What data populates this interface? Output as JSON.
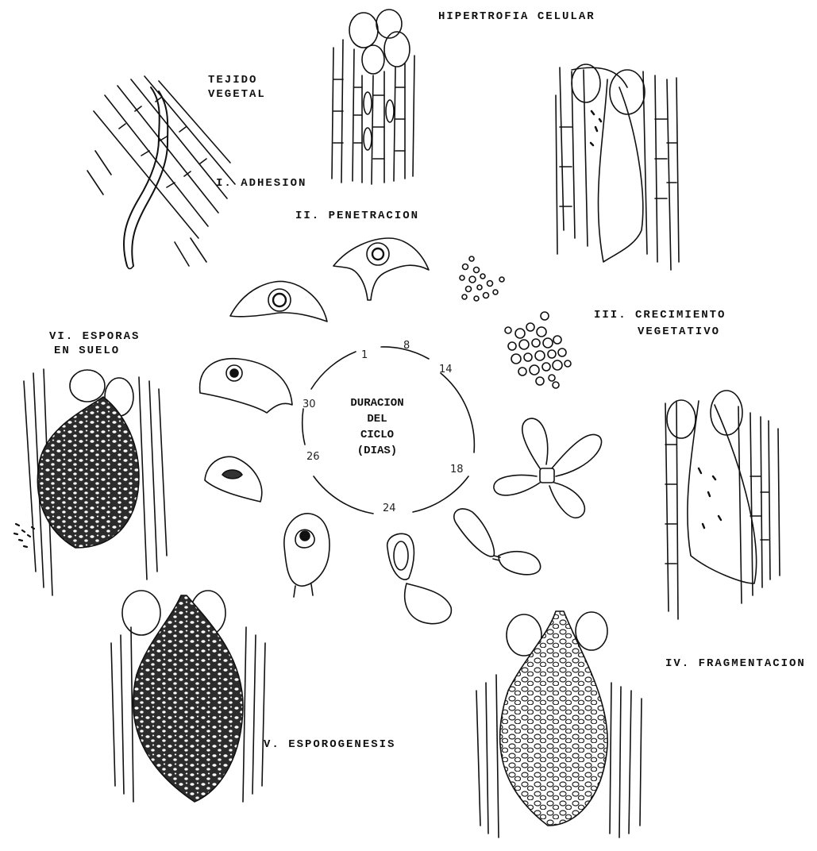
{
  "stages": {
    "tissue": {
      "line1": "TEJIDO",
      "line2": "VEGETAL"
    },
    "hypertrophy": "HIPERTROFIA CELULAR",
    "s1": "I. ADHESION",
    "s2": "II. PENETRACION",
    "s3": {
      "line1": "III. CRECIMIENTO",
      "line2": "VEGETATIVO"
    },
    "s4": "IV. FRAGMENTACION",
    "s5": "V. ESPOROGENESIS",
    "s6": {
      "line1": "VI. ESPORAS",
      "line2": "EN SUELO"
    }
  },
  "cycle": {
    "line1": "DURACION",
    "line2": "DEL",
    "line3": "CICLO",
    "line4": "(DIAS)",
    "days": {
      "d1": "1",
      "d8": "8",
      "d14": "14",
      "d18": "18",
      "d24": "24",
      "d26": "26",
      "d30": "30"
    }
  },
  "colors": {
    "ink": "#111111",
    "paper": "#ffffff",
    "fill_dark": "#3a3a3a"
  }
}
